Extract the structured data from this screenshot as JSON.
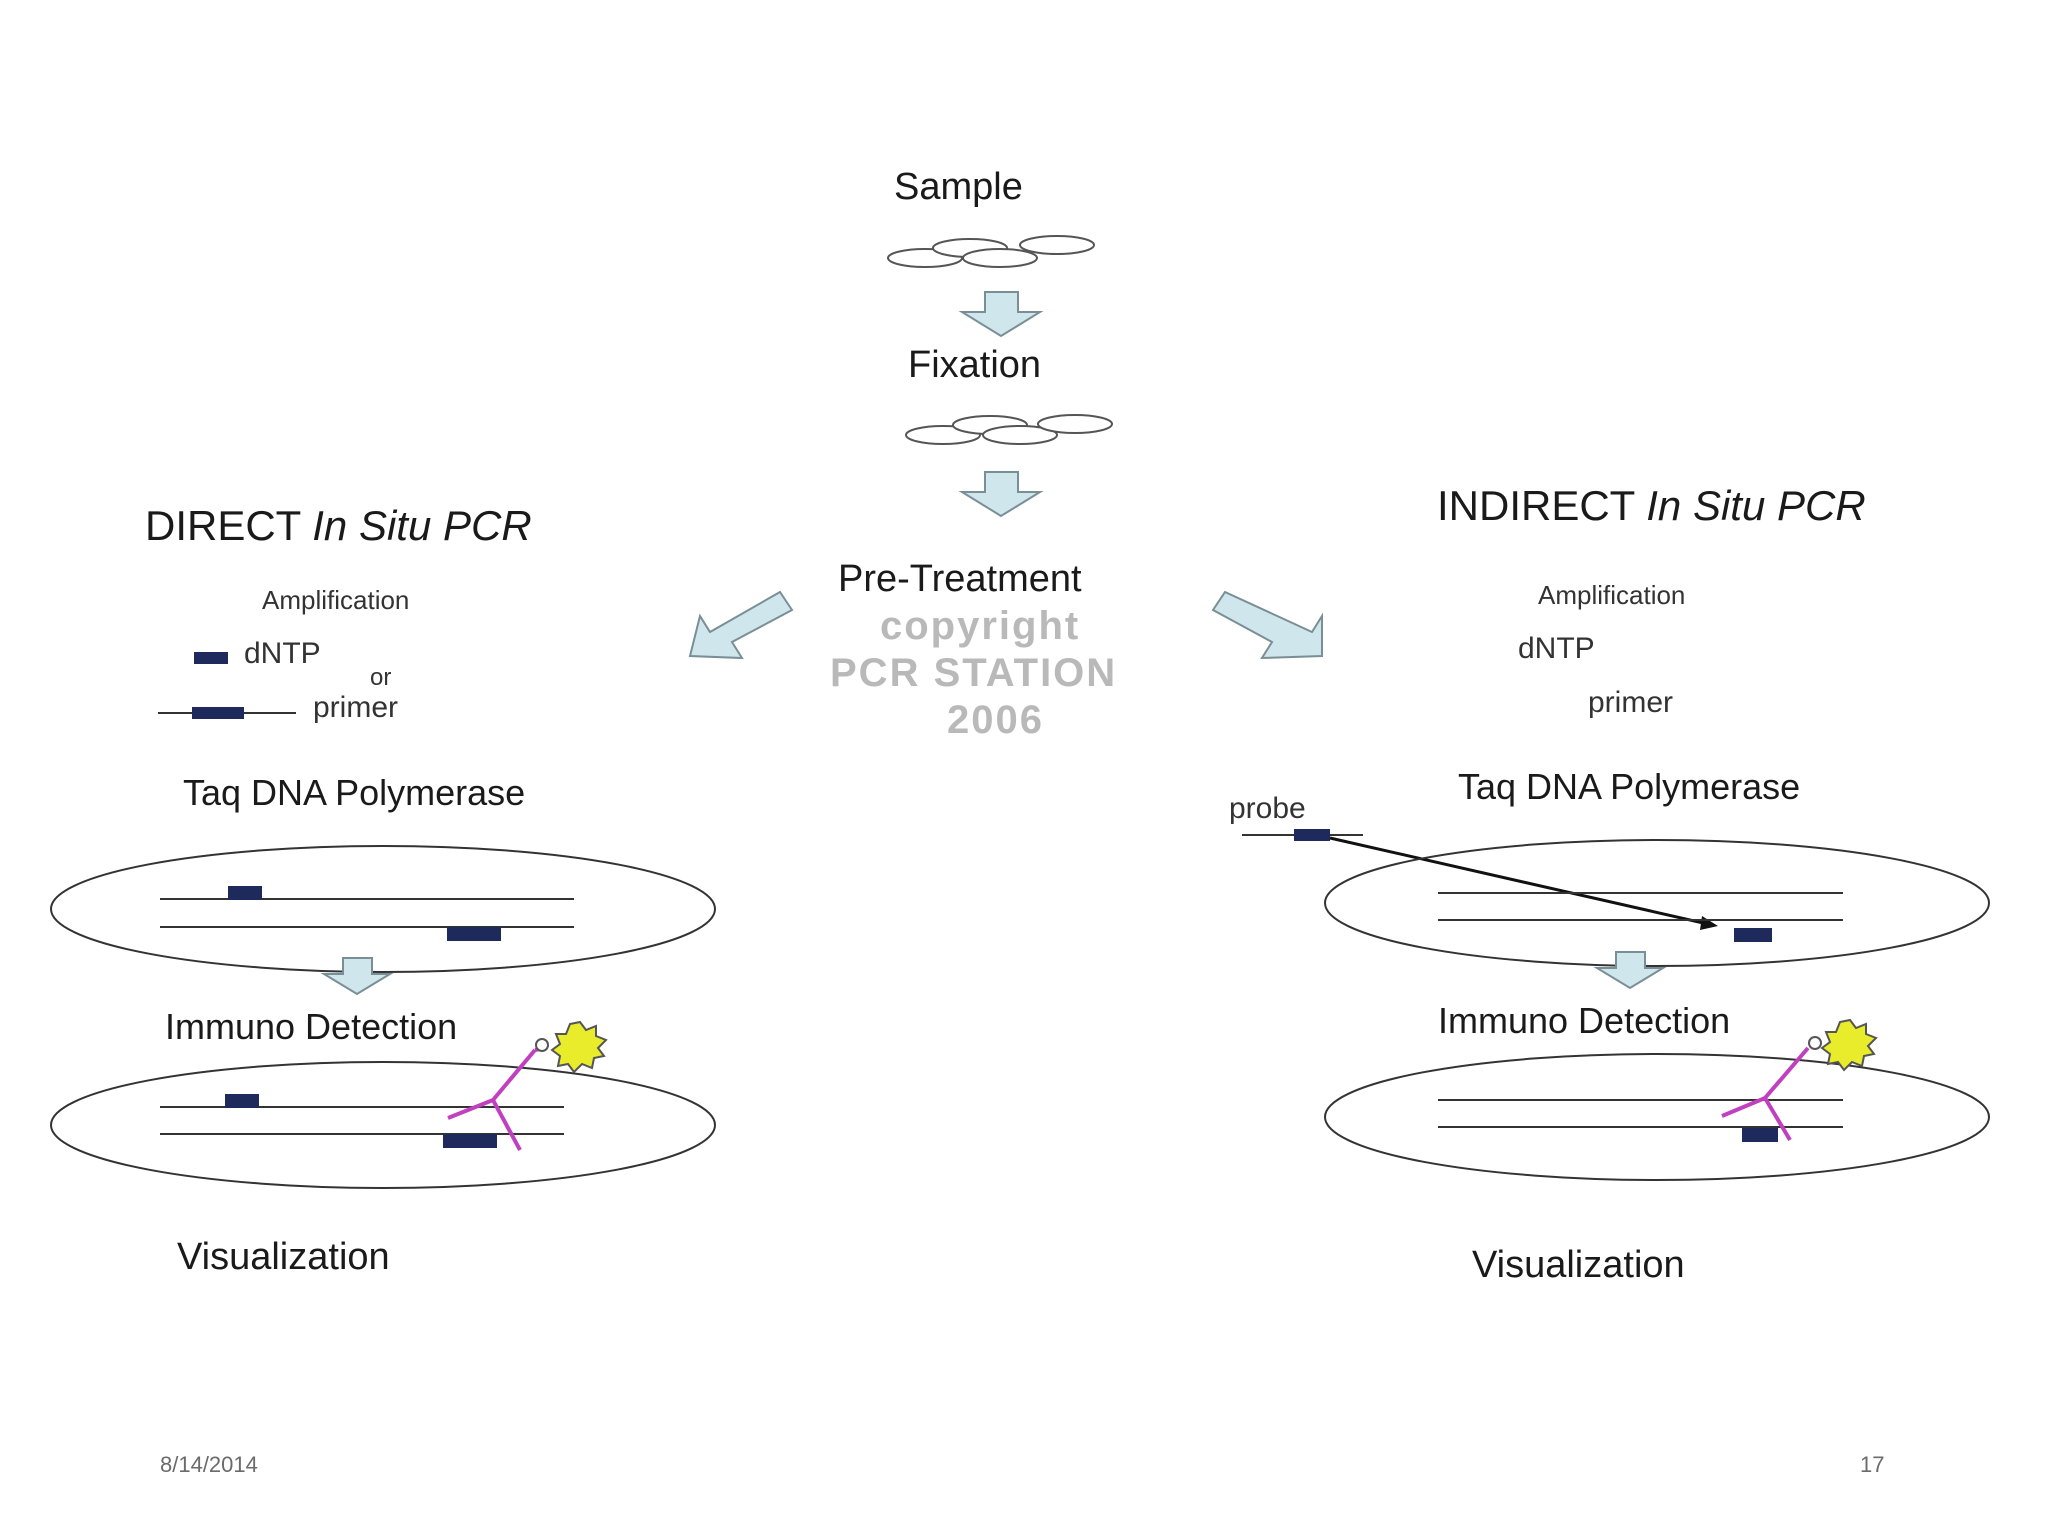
{
  "center": {
    "sample": "Sample",
    "fixation": "Fixation",
    "pretreatment": "Pre-Treatment",
    "watermark": [
      "copyright",
      "PCR STATION",
      "2006"
    ]
  },
  "direct": {
    "title_plain": "DIRECT ",
    "title_italic": "In Situ PCR",
    "amplification": "Amplification",
    "dntp": "dNTP",
    "or": "or",
    "primer": "primer",
    "polymerase": "Taq DNA Polymerase",
    "immuno": "Immuno Detection",
    "visualization": "Visualization"
  },
  "indirect": {
    "title_plain": "INDIRECT ",
    "title_italic": "In Situ PCR",
    "amplification": "Amplification",
    "dntp": "dNTP",
    "primer": "primer",
    "probe": "probe",
    "polymerase": "Taq DNA Polymerase",
    "immuno": "Immuno Detection",
    "visualization": "Visualization"
  },
  "footer": {
    "date": "8/14/2014",
    "page": "17"
  },
  "colors": {
    "arrow_fill": "#cfe6ec",
    "arrow_stroke": "#7a8e95",
    "marker": "#1f2a5c",
    "antibody": "#c040c0",
    "enzyme": "#e8ec2a"
  }
}
